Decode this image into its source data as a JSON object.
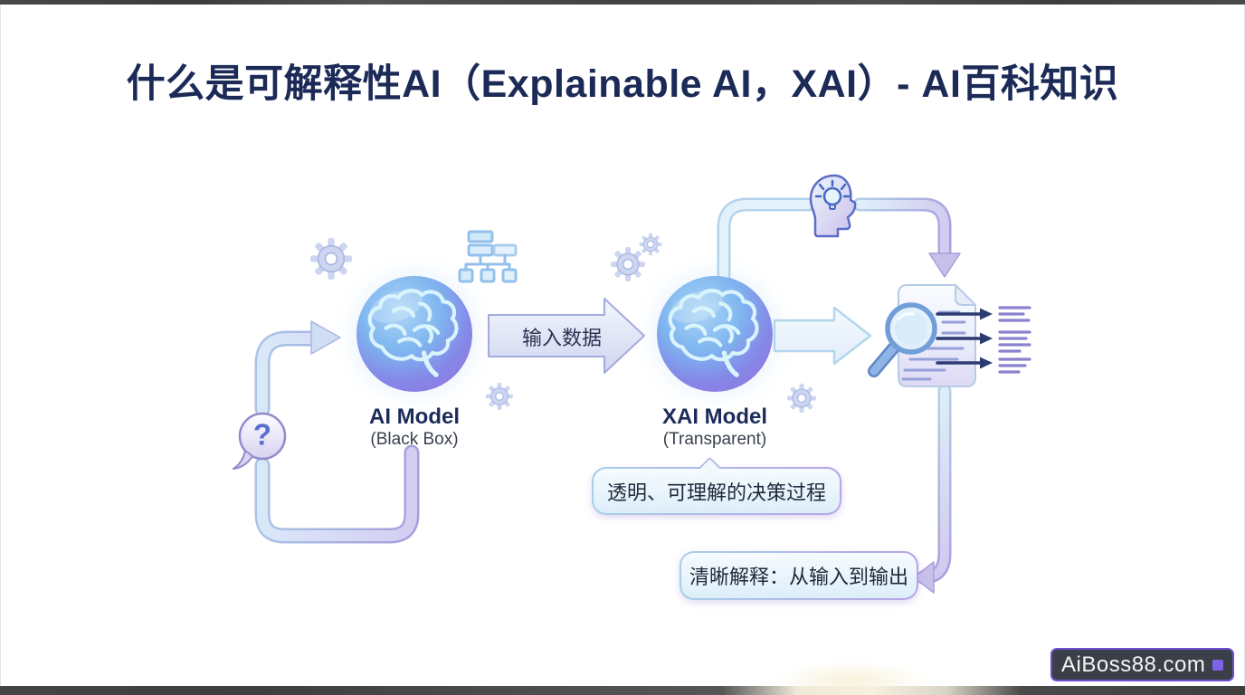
{
  "page": {
    "title": "什么是可解释性AI（Explainable AI，XAI）- AI百科知识"
  },
  "diagram": {
    "ai_model": {
      "label": "AI Model",
      "sublabel": "(Black Box)"
    },
    "xai_model": {
      "label": "XAI Model",
      "sublabel": "(Transparent)"
    },
    "input_arrow_label": "输入数据",
    "question_mark": "?",
    "callouts": {
      "transparent_process": "透明、可理解的决策过程",
      "clear_explanation": "清晰解释：从输入到输出"
    },
    "icons": [
      "gear-icon",
      "brain-icon",
      "flowchart-icon",
      "question-bubble-icon",
      "idea-head-icon",
      "magnifier-icon",
      "report-document-icon",
      "output-lines-icon"
    ]
  },
  "watermark": {
    "label": "AiBoss88.com"
  },
  "colors": {
    "title_navy": "#1b2a56",
    "label_navy": "#1d2b5a",
    "sublabel_gray": "#39414e",
    "tube_blue": "#daecfa",
    "tube_purple": "#d4ccf1",
    "circle_blue": "#7fb5ef",
    "circle_purple": "#917ae2",
    "navy_arrow": "#2c3a72",
    "output_line_purple": "#8a82ce",
    "callout_border_blue": "#a8cfe8",
    "callout_border_purple": "#b7a4e6",
    "watermark_bg": "#3b3f47",
    "watermark_border": "#6e4fd2",
    "watermark_accent": "#7c63e8"
  }
}
